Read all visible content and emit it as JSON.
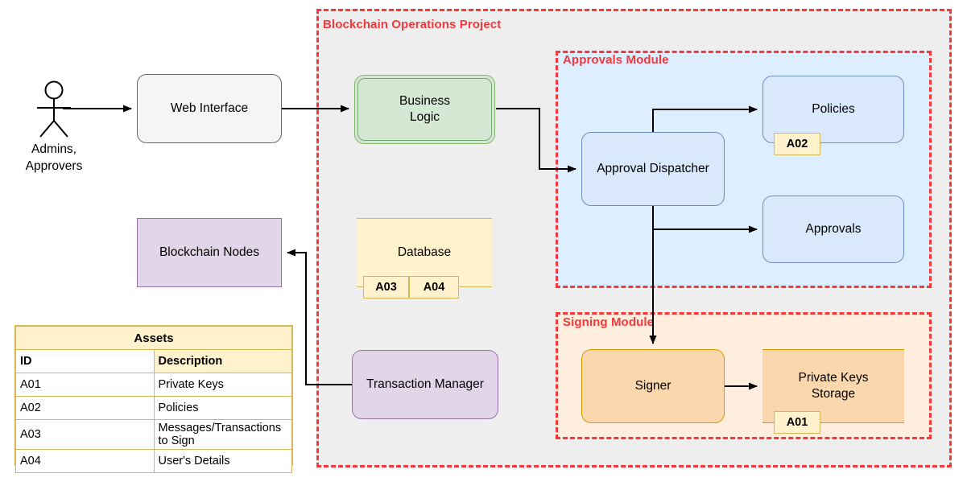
{
  "diagram": {
    "title": "Blockchain Operations Project",
    "groups": [
      {
        "name": "project",
        "label": "Blockchain Operations Project"
      },
      {
        "name": "approvals",
        "label": "Approvals Module"
      },
      {
        "name": "signing",
        "label": "Signing Module"
      }
    ]
  },
  "actor": {
    "label": "Admins,\nApprovers",
    "icon": "stick-figure-actor-icon"
  },
  "nodes": {
    "web_interface": {
      "label": "Web Interface"
    },
    "business_logic": {
      "label": "Business\nLogic"
    },
    "blockchain_nodes": {
      "label": "Blockchain Nodes"
    },
    "database": {
      "label": "Database",
      "assets": [
        "A03",
        "A04"
      ]
    },
    "transaction_manager": {
      "label": "Transaction Manager"
    },
    "approval_dispatcher": {
      "label": "Approval Dispatcher"
    },
    "policies": {
      "label": "Policies",
      "assets": [
        "A02"
      ]
    },
    "approvals": {
      "label": "Approvals"
    },
    "signer": {
      "label": "Signer"
    },
    "private_keys_storage": {
      "label": "Private Keys\nStorage",
      "assets": [
        "A01"
      ]
    }
  },
  "assets_table": {
    "title": "Assets",
    "columns": [
      "ID",
      "Description"
    ],
    "rows": [
      {
        "id": "A01",
        "description": "Private Keys"
      },
      {
        "id": "A02",
        "description": "Policies"
      },
      {
        "id": "A03",
        "description": "Messages/Transactions to Sign"
      },
      {
        "id": "A04",
        "description": "User's Details"
      }
    ]
  },
  "colors": {
    "group_border": "#f5383c",
    "project_fill": "#eeeeee",
    "approvals_fill": "#ddeeff",
    "signing_fill": "#ffeedd",
    "gray_node_fill": "#f5f5f5",
    "gray_node_stroke": "#666666",
    "green_fill": "#d5e8d4",
    "green_stroke": "#82b366",
    "purple_fill": "#e1d5e7",
    "purple_stroke": "#9673a6",
    "yellow_fill": "#fff2cc",
    "yellow_stroke": "#d6b656",
    "blue_fill": "#dae8fc",
    "blue_stroke": "#6c8ebf",
    "orange_fill": "#fad7ac",
    "orange_stroke": "#b46504",
    "arrow": "#000000"
  }
}
